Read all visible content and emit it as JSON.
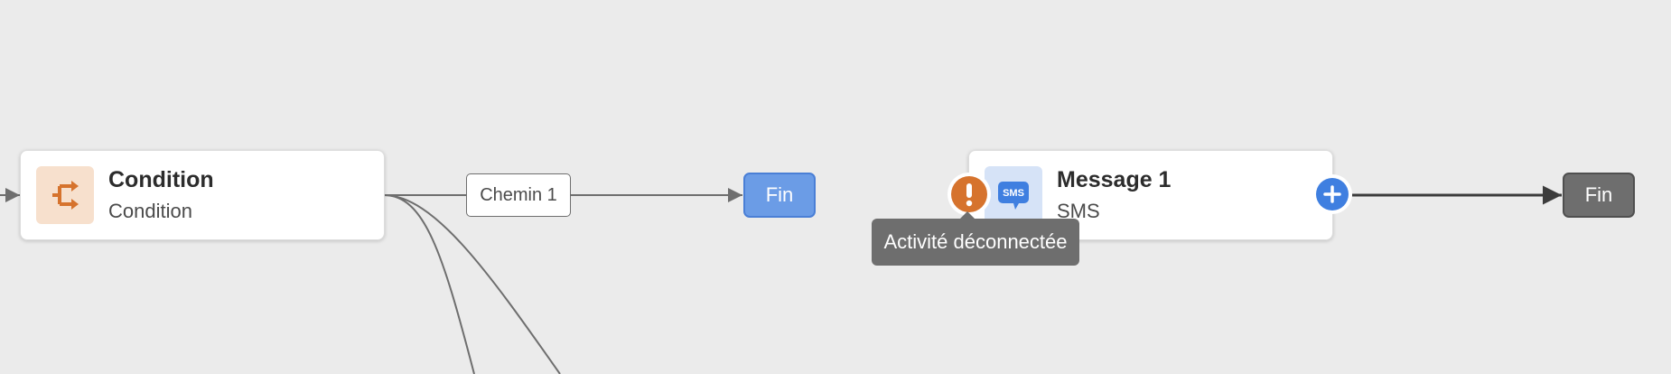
{
  "nodes": {
    "condition": {
      "title": "Condition",
      "subtitle": "Condition",
      "icon": "condition-split-icon",
      "icon_color": "#d6732d",
      "icon_bg": "#f7e0cd"
    },
    "message": {
      "title": "Message 1",
      "subtitle": "SMS",
      "icon": "sms-icon",
      "icon_text": "SMS",
      "icon_color": "#3f7fe0",
      "icon_bg": "#d6e3f7"
    }
  },
  "path_label": "Chemin 1",
  "end_nodes": [
    {
      "label": "Fin",
      "color": "#6b9ce6"
    },
    {
      "label": "Fin",
      "color": "#6e6e6e"
    }
  ],
  "warning": {
    "icon": "exclamation-icon",
    "color": "#d6732d",
    "tooltip": "Activité déconnectée"
  },
  "add_button": {
    "icon": "plus-icon",
    "color": "#3f7fe0"
  }
}
